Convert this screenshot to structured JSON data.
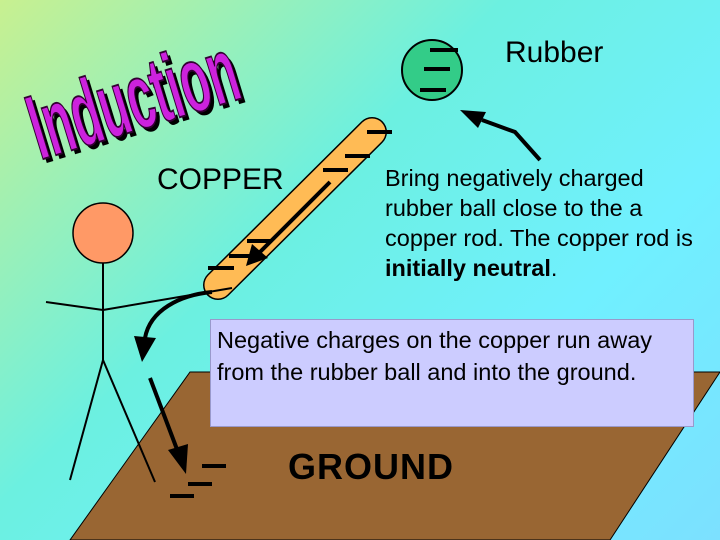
{
  "title": "Induction",
  "labels": {
    "rubber": "Rubber",
    "copper": "COPPER",
    "ground": "GROUND"
  },
  "description": {
    "part1": "Bring negatively charged rubber ball close to the a copper rod.  The copper rod is ",
    "bold": "initially neutral",
    "part2": "."
  },
  "callout": "Negative charges on the copper run away from the rubber ball and into the ground.",
  "colors": {
    "title_fill": "#cc22dd",
    "ball": "#33cc88",
    "rod": "#ffbb55",
    "ground": "#996633",
    "head": "#ff9966",
    "callout_bg": "#ccccff"
  }
}
